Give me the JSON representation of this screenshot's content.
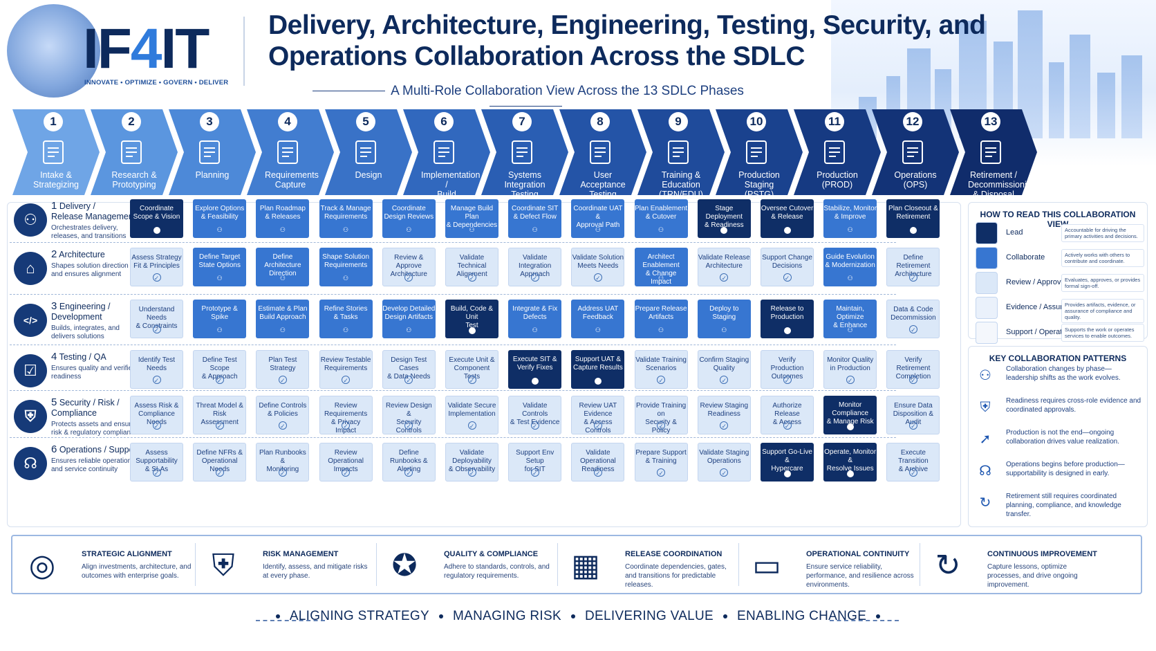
{
  "header": {
    "logo_main": "IF",
    "logo_four": "4",
    "logo_end": "IT",
    "tagline": "INNOVATE • OPTIMIZE • GOVERN • DELIVER",
    "title": "Delivery, Architecture, Engineering, Testing, Security, and\nOperations Collaboration Across the SDLC",
    "subtitle": "A Multi-Role Collaboration View Across the 13 SDLC Phases"
  },
  "phases": [
    {
      "num": "1",
      "label": "Intake &\nStrategizing",
      "color": "#6fa5e6"
    },
    {
      "num": "2",
      "label": "Research &\nPrototyping",
      "color": "#5b96df"
    },
    {
      "num": "3",
      "label": "Planning",
      "color": "#4d89d8"
    },
    {
      "num": "4",
      "label": "Requirements\nCapture",
      "color": "#427dd0"
    },
    {
      "num": "5",
      "label": "Design",
      "color": "#3972c7"
    },
    {
      "num": "6",
      "label": "Implementation /\nBuild",
      "color": "#3168be"
    },
    {
      "num": "7",
      "label": "Systems\nIntegration Testing\n(SIT)",
      "color": "#2a5eb3"
    },
    {
      "num": "8",
      "label": "User Acceptance\nTesting (UAT)",
      "color": "#2454a7"
    },
    {
      "num": "9",
      "label": "Training &\nEducation\n(TRN/EDU)",
      "color": "#1f4b9b"
    },
    {
      "num": "10",
      "label": "Production\nStaging (PSTG)",
      "color": "#1a428e"
    },
    {
      "num": "11",
      "label": "Production\n(PROD)",
      "color": "#163a82"
    },
    {
      "num": "12",
      "label": "Operations\n(OPS)",
      "color": "#133377"
    },
    {
      "num": "13",
      "label": "Retirement /\nDecommissioning\n& Disposal",
      "color": "#102c6b"
    }
  ],
  "roles": [
    {
      "num": "1",
      "title": "Delivery /\nRelease Management",
      "desc": "Orchestrates delivery, releases, and transitions",
      "icon": "people-icon"
    },
    {
      "num": "2",
      "title": "Architecture",
      "desc": "Shapes solution direction and ensures alignment",
      "icon": "columns-icon"
    },
    {
      "num": "3",
      "title": "Engineering /\nDevelopment",
      "desc": "Builds, integrates, and delivers solutions",
      "icon": "code-icon"
    },
    {
      "num": "4",
      "title": "Testing / QA",
      "desc": "Ensures quality and verifies readiness",
      "icon": "checklist-icon"
    },
    {
      "num": "5",
      "title": "Security / Risk /\nCompliance",
      "desc": "Protects assets and ensures risk & regulatory compliance",
      "icon": "shield-lock-icon"
    },
    {
      "num": "6",
      "title": "Operations / Support",
      "desc": "Ensures reliable operations and service continuity",
      "icon": "headset-icon"
    }
  ],
  "matrix": [
    [
      {
        "t": "Coordinate\nScope & Vision",
        "k": "lead"
      },
      {
        "t": "Explore Options\n& Feasibility",
        "k": "collab"
      },
      {
        "t": "Plan Roadmap\n& Releases",
        "k": "collab"
      },
      {
        "t": "Track & Manage\nRequirements",
        "k": "collab"
      },
      {
        "t": "Coordinate\nDesign Reviews",
        "k": "collab"
      },
      {
        "t": "Manage Build Plan\n& Dependencies",
        "k": "collab"
      },
      {
        "t": "Coordinate SIT\n& Defect Flow",
        "k": "collab"
      },
      {
        "t": "Coordinate UAT &\nApproval Path",
        "k": "collab"
      },
      {
        "t": "Plan Enablement\n& Cutover",
        "k": "collab"
      },
      {
        "t": "Stage Deployment\n& Readiness",
        "k": "lead"
      },
      {
        "t": "Oversee Cutover\n& Release",
        "k": "lead"
      },
      {
        "t": "Stabilize, Monitor\n& Improve",
        "k": "collab"
      },
      {
        "t": "Plan Closeout &\nRetirement",
        "k": "lead"
      }
    ],
    [
      {
        "t": "Assess Strategy\nFit & Principles",
        "k": "rev"
      },
      {
        "t": "Define Target\nState Options",
        "k": "collab"
      },
      {
        "t": "Define Architecture\nDirection",
        "k": "collab"
      },
      {
        "t": "Shape Solution\nRequirements",
        "k": "collab"
      },
      {
        "t": "Review & Approve\nArchitecture",
        "k": "rev"
      },
      {
        "t": "Validate Technical\nAlignment",
        "k": "rev"
      },
      {
        "t": "Validate Integration\nApproach",
        "k": "rev"
      },
      {
        "t": "Validate Solution\nMeets Needs",
        "k": "rev"
      },
      {
        "t": "Architect Enablement\n& Change Impact",
        "k": "collab"
      },
      {
        "t": "Validate Release\nArchitecture",
        "k": "rev"
      },
      {
        "t": "Support Change\nDecisions",
        "k": "rev"
      },
      {
        "t": "Guide Evolution\n& Modernization",
        "k": "collab"
      },
      {
        "t": "Define Retirement\nArchitecture",
        "k": "rev"
      }
    ],
    [
      {
        "t": "Understand Needs\n& Constraints",
        "k": "rev"
      },
      {
        "t": "Prototype &\nSpike",
        "k": "collab"
      },
      {
        "t": "Estimate & Plan\nBuild Approach",
        "k": "collab"
      },
      {
        "t": "Refine Stories\n& Tasks",
        "k": "collab"
      },
      {
        "t": "Develop Detailed\nDesign Artifacts",
        "k": "collab"
      },
      {
        "t": "Build, Code & Unit\nTest",
        "k": "lead"
      },
      {
        "t": "Integrate & Fix\nDefects",
        "k": "collab"
      },
      {
        "t": "Address UAT\nFeedback",
        "k": "collab"
      },
      {
        "t": "Prepare Release\nArtifacts",
        "k": "collab"
      },
      {
        "t": "Deploy to\nStaging",
        "k": "collab"
      },
      {
        "t": "Release to\nProduction",
        "k": "lead"
      },
      {
        "t": "Maintain, Optimize\n& Enhance",
        "k": "collab"
      },
      {
        "t": "Data & Code\nDecommission",
        "k": "rev"
      }
    ],
    [
      {
        "t": "Identify Test\nNeeds",
        "k": "rev"
      },
      {
        "t": "Define Test Scope\n& Approach",
        "k": "rev"
      },
      {
        "t": "Plan Test\nStrategy",
        "k": "rev"
      },
      {
        "t": "Review Testable\nRequirements",
        "k": "rev"
      },
      {
        "t": "Design Test Cases\n& Data Needs",
        "k": "rev"
      },
      {
        "t": "Execute Unit &\nComponent Tests",
        "k": "rev"
      },
      {
        "t": "Execute SIT &\nVerify Fixes",
        "k": "lead"
      },
      {
        "t": "Support UAT &\nCapture Results",
        "k": "lead"
      },
      {
        "t": "Validate Training\nScenarios",
        "k": "rev"
      },
      {
        "t": "Confirm Staging\nQuality",
        "k": "rev"
      },
      {
        "t": "Verify Production\nOutcomes",
        "k": "rev"
      },
      {
        "t": "Monitor Quality\nin Production",
        "k": "rev"
      },
      {
        "t": "Verify Retirement\nCompletion",
        "k": "rev"
      }
    ],
    [
      {
        "t": "Assess Risk &\nCompliance Needs",
        "k": "rev"
      },
      {
        "t": "Threat Model &\nRisk Assessment",
        "k": "rev"
      },
      {
        "t": "Define Controls\n& Policies",
        "k": "rev"
      },
      {
        "t": "Review Requirements\n& Privacy Impact",
        "k": "rev"
      },
      {
        "t": "Review Design &\nSecurity Controls",
        "k": "rev"
      },
      {
        "t": "Validate Secure\nImplementation",
        "k": "rev"
      },
      {
        "t": "Validate Controls\n& Test Evidence",
        "k": "rev"
      },
      {
        "t": "Review UAT Evidence\n& Access Controls",
        "k": "rev"
      },
      {
        "t": "Provide Training on\nSecurity & Policy",
        "k": "rev"
      },
      {
        "t": "Review Staging\nReadiness",
        "k": "rev"
      },
      {
        "t": "Authorize Release\n& Access",
        "k": "rev"
      },
      {
        "t": "Monitor Compliance\n& Manage Risk",
        "k": "lead"
      },
      {
        "t": "Ensure Data\nDisposition & Audit",
        "k": "rev"
      }
    ],
    [
      {
        "t": "Assess Supportability\n& SLAs",
        "k": "rev"
      },
      {
        "t": "Define NFRs &\nOperational Needs",
        "k": "rev"
      },
      {
        "t": "Plan Runbooks &\nMonitoring",
        "k": "rev"
      },
      {
        "t": "Review Operational\nImpacts",
        "k": "rev"
      },
      {
        "t": "Define Runbooks &\nAlerting",
        "k": "rev"
      },
      {
        "t": "Validate Deployability\n& Observability",
        "k": "rev"
      },
      {
        "t": "Support Env Setup\nfor SIT",
        "k": "rev"
      },
      {
        "t": "Validate Operational\nReadiness",
        "k": "rev"
      },
      {
        "t": "Prepare Support\n& Training",
        "k": "rev"
      },
      {
        "t": "Validate Staging\nOperations",
        "k": "rev"
      },
      {
        "t": "Support Go-Live &\nHypercare",
        "k": "lead"
      },
      {
        "t": "Operate, Monitor &\nResolve Issues",
        "k": "lead"
      },
      {
        "t": "Execute Transition\n& Archive",
        "k": "rev"
      }
    ]
  ],
  "legend": {
    "title": "HOW TO READ THIS COLLABORATION VIEW",
    "items": [
      {
        "name": "Lead",
        "desc": "Accountable for driving the primary activities and decisions.",
        "swatch": "#0f2e66"
      },
      {
        "name": "Collaborate",
        "desc": "Actively works with others to contribute and coordinate.",
        "swatch": "#3776d1"
      },
      {
        "name": "Review / Approve",
        "desc": "Evaluates, approves, or provides formal sign-off.",
        "swatch": "#dbe8f8"
      },
      {
        "name": "Evidence / Assurance",
        "desc": "Provides artifacts, evidence, or assurance of compliance and quality.",
        "swatch": "#eaf1fb"
      },
      {
        "name": "Support / Operate",
        "desc": "Supports the work or operates services to enable outcomes.",
        "swatch": "#f4f7fc"
      }
    ]
  },
  "patterns": {
    "title": "KEY COLLABORATION PATTERNS",
    "items": [
      {
        "text": "Collaboration changes by phase—leadership shifts as the work evolves.",
        "icon": "network-icon"
      },
      {
        "text": "Readiness requires cross-role evidence and coordinated approvals.",
        "icon": "shield-check-icon"
      },
      {
        "text": "Production is not the end—ongoing collaboration drives value realization.",
        "icon": "rocket-icon"
      },
      {
        "text": "Operations begins before production—supportability is designed in early.",
        "icon": "headset-icon"
      },
      {
        "text": "Retirement still requires coordinated planning, compliance, and knowledge transfer.",
        "icon": "recycle-icon"
      }
    ]
  },
  "bottom": [
    {
      "title": "STRATEGIC ALIGNMENT",
      "desc": "Align investments, architecture, and outcomes with enterprise goals.",
      "icon": "target-icon"
    },
    {
      "title": "RISK MANAGEMENT",
      "desc": "Identify, assess, and mitigate risks at every phase.",
      "icon": "shield-check-icon"
    },
    {
      "title": "QUALITY & COMPLIANCE",
      "desc": "Adhere to standards, controls, and regulatory requirements.",
      "icon": "award-icon"
    },
    {
      "title": "RELEASE COORDINATION",
      "desc": "Coordinate dependencies, gates, and transitions for predictable releases.",
      "icon": "calendar-icon"
    },
    {
      "title": "OPERATIONAL CONTINUITY",
      "desc": "Ensure service reliability, performance, and resilience across environments.",
      "icon": "monitor-icon"
    },
    {
      "title": "CONTINUOUS IMPROVEMENT",
      "desc": "Capture lessons, optimize processes, and drive ongoing improvement.",
      "icon": "cycle-icon"
    }
  ],
  "footer": [
    "ALIGNING STRATEGY",
    "MANAGING RISK",
    "DELIVERING VALUE",
    "ENABLING CHANGE"
  ]
}
